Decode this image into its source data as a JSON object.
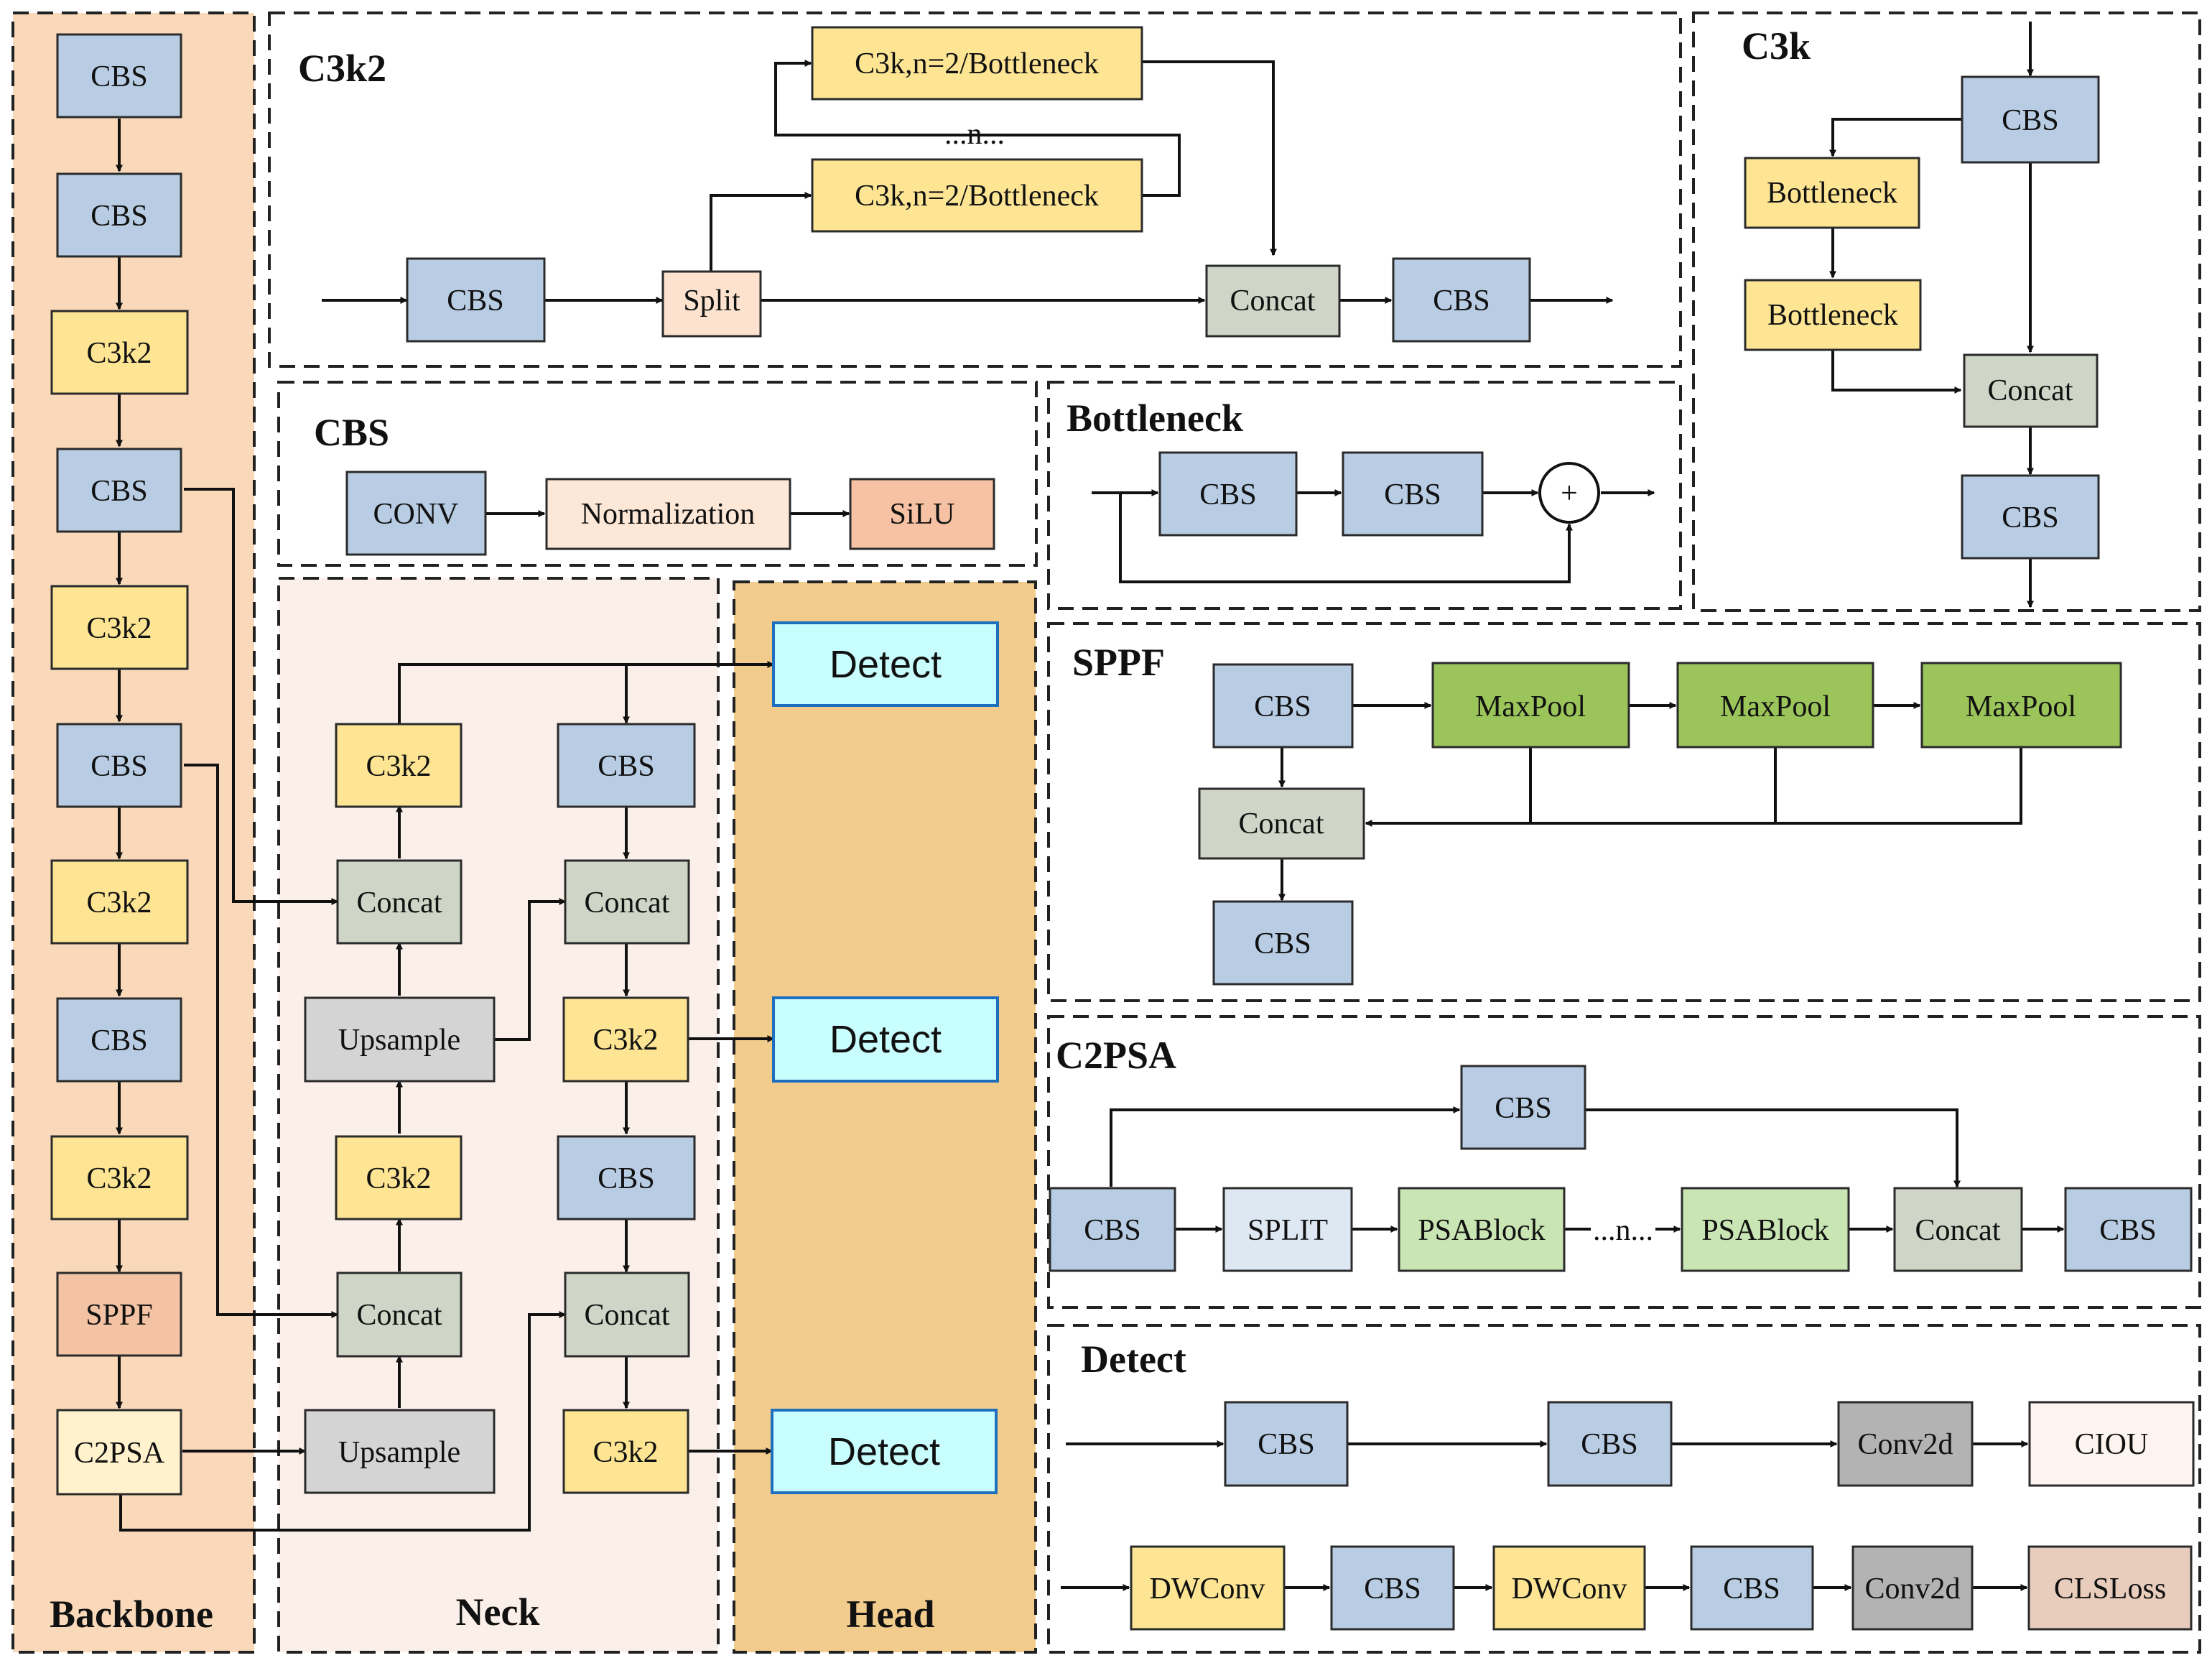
{
  "colors": {
    "cbs": "#b8cde4",
    "c3k2": "#fde594",
    "concat": "#cfd6c7",
    "upsample": "#d4d4d4",
    "sppf_block": "#f3c3a4",
    "c2psa_block": "#fff2cc",
    "detect": "#c9feff",
    "detect_border": "#1f6fbf",
    "split": "#fde3cf",
    "normalization": "#fde8d8",
    "silu": "#f6c2a3",
    "maxpool": "#9bc45a",
    "psablock": "#c9e5b3",
    "split_upper": "#dde8f3",
    "conv2d": "#b3b3b3",
    "ciou": "#fdf4ef",
    "clsloss": "#e8cdbd",
    "backbone_bg": "#f9d9b9",
    "neck_bg": "#fbefe9",
    "head_bg": "#f1cc8d"
  },
  "backbone": {
    "title": "Backbone",
    "blocks": [
      "CBS",
      "CBS",
      "C3k2",
      "CBS",
      "C3k2",
      "CBS",
      "C3k2",
      "CBS",
      "C3k2",
      "SPPF",
      "C2PSA"
    ]
  },
  "neck": {
    "title": "Neck",
    "left_column": [
      "C3k2",
      "Concat",
      "Upsample",
      "C3k2",
      "Concat",
      "Upsample"
    ],
    "right_column": [
      "CBS",
      "Concat",
      "C3k2",
      "CBS",
      "Concat",
      "C3k2"
    ]
  },
  "head": {
    "title": "Head",
    "detect_label": "Detect"
  },
  "c3k2_module": {
    "title": "C3k2",
    "input": "CBS",
    "split": "Split",
    "branch_top": "C3k,n=2/Bottleneck",
    "branch_bottom": "C3k,n=2/Bottleneck",
    "repeat": "...n...",
    "concat": "Concat",
    "output": "CBS"
  },
  "cbs_module": {
    "title": "CBS",
    "conv": "CONV",
    "norm": "Normalization",
    "act": "SiLU"
  },
  "c3k_module": {
    "title": "C3k",
    "cbs_top": "CBS",
    "bottleneck_1": "Bottleneck",
    "bottleneck_2": "Bottleneck",
    "concat": "Concat",
    "cbs_bottom": "CBS"
  },
  "bottleneck_module": {
    "title": "Bottleneck",
    "cbs_1": "CBS",
    "cbs_2": "CBS",
    "add": "+"
  },
  "sppf_module": {
    "title": "SPPF",
    "cbs_in": "CBS",
    "maxpool": [
      "MaxPool",
      "MaxPool",
      "MaxPool"
    ],
    "concat": "Concat",
    "cbs_out": "CBS"
  },
  "c2psa_module": {
    "title": "C2PSA",
    "cbs_in": "CBS",
    "cbs_top": "CBS",
    "split": "SPLIT",
    "psa_1": "PSABlock",
    "repeat": "...n...",
    "psa_2": "PSABlock",
    "concat": "Concat",
    "cbs_out": "CBS"
  },
  "detect_module": {
    "title": "Detect",
    "row1": [
      "CBS",
      "CBS",
      "Conv2d",
      "CIOU"
    ],
    "row2": [
      "DWConv",
      "CBS",
      "DWConv",
      "CBS",
      "Conv2d",
      "CLSLoss"
    ]
  }
}
